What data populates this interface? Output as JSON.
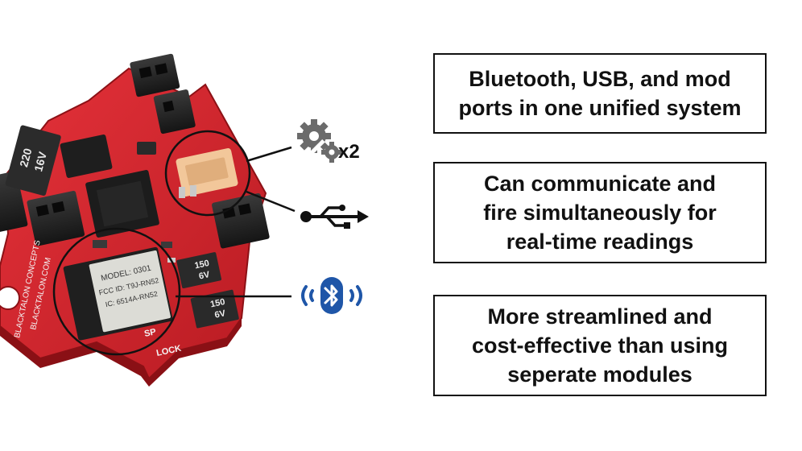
{
  "features": [
    {
      "text": "Bluetooth, USB, and mod\nports in one unified system"
    },
    {
      "text": "Can communicate and\nfire simultaneously for\nreal-time readings"
    },
    {
      "text": "More streamlined and\ncost-effective than using\nseperate modules"
    }
  ],
  "icons": {
    "mod_port": "gears-icon",
    "mod_port_count": "x2",
    "usb": "usb-icon",
    "bluetooth": "bluetooth-icon"
  },
  "board": {
    "edge_text": "BLACKTALON CONCEPTS",
    "edge_text_2": "BLACKTALON.COM",
    "cap_top_value": "220",
    "cap_top_voltage": "16V",
    "cap_small_value": "150",
    "cap_small_voltage": "6V",
    "label_sp": "SP",
    "label_lock": "LOCK",
    "module_line_1": "MODEL: 0301",
    "module_line_2": "FCC ID: T9J-RN52",
    "module_line_3": "IC: 6514A-RN52"
  },
  "colors": {
    "pcb": "#d8232a",
    "pcb_dark": "#a8161c",
    "header": "#222222",
    "connector": "#f2c79a",
    "bluetooth": "#1f56a8",
    "text": "#111111"
  }
}
